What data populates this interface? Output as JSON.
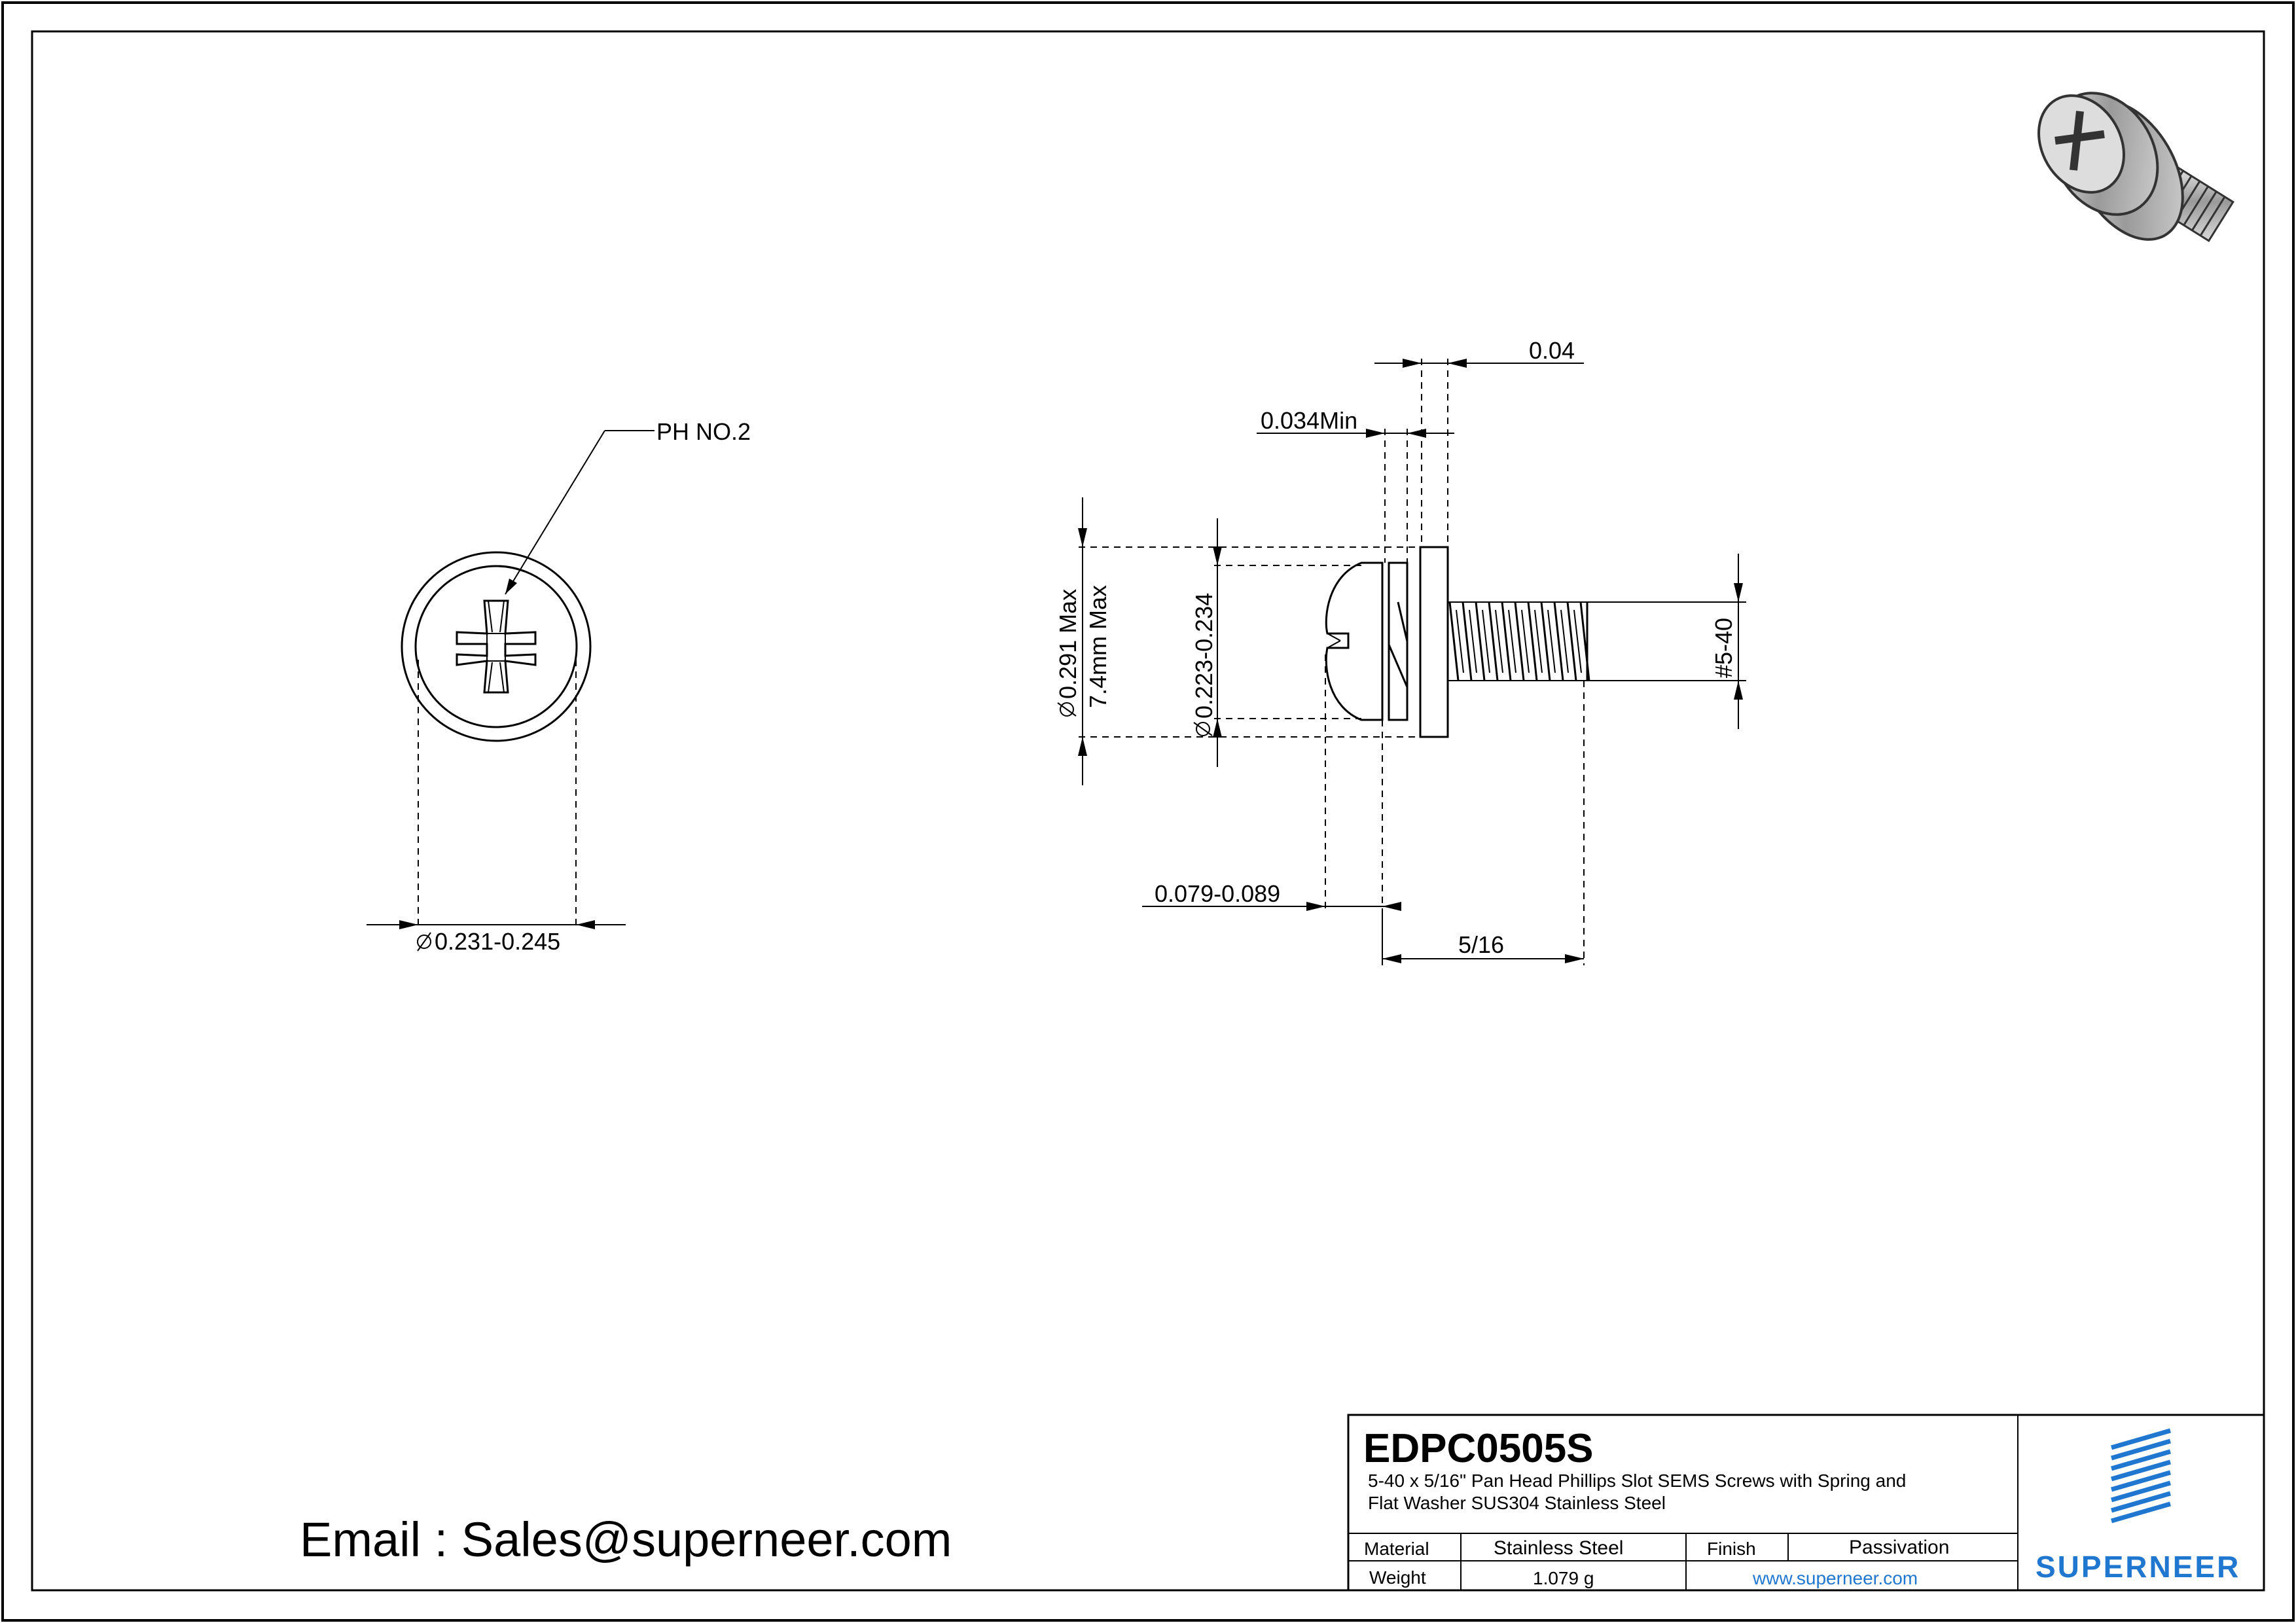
{
  "title_block": {
    "part_number": "EDPC0505S",
    "description_line1": "5-40 x 5/16\" Pan Head Phillips Slot SEMS Screws with Spring and",
    "description_line2": "Flat Washer SUS304 Stainless Steel",
    "material_label": "Material",
    "material_value": "Stainless Steel",
    "finish_label": "Finish",
    "finish_value": "Passivation",
    "weight_label": "Weight",
    "weight_value": "1.079 g",
    "website": "www.superneer.com",
    "brand": "SUPERNEER"
  },
  "contact": {
    "email": "Email : Sales@superneer.com"
  },
  "top_view": {
    "drive_label": "PH NO.2",
    "head_diameter": "0.231-0.245"
  },
  "side_view": {
    "washer_thickness": "0.04",
    "spring_washer_thickness": "0.034Min",
    "washer_diameter_inch": "0.291 Max",
    "washer_diameter_mm": "7.4mm Max",
    "head_height_range": "0.223-0.234",
    "head_height": "0.079-0.089",
    "length": "5/16",
    "thread": "#5-40"
  },
  "colors": {
    "brand_blue": "#1f77d0",
    "line": "#000000"
  }
}
